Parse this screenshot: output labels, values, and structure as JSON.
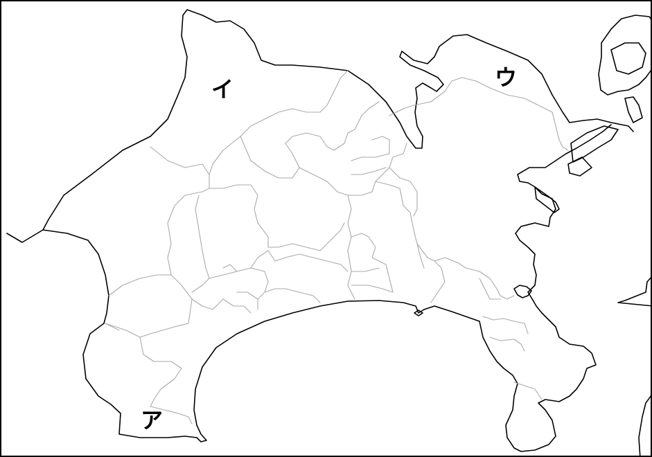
{
  "labels": {
    "i": "イ",
    "u": "ウ",
    "a": "ア"
  },
  "colors": {
    "coastline": "#000000",
    "boundary": "#a9a9a9",
    "background": "#ffffff"
  }
}
